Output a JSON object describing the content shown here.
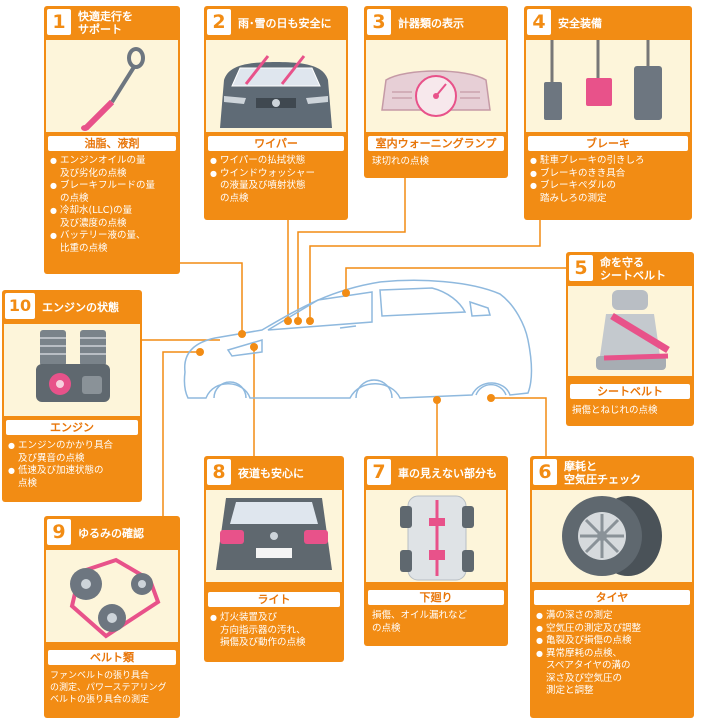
{
  "cards": {
    "c1": {
      "num": "1",
      "title": "快適走行を\nサポート",
      "label": "油脂、液剤",
      "items": [
        "エンジンオイルの量\n及び劣化の点検",
        "ブレーキフルードの量\nの点検",
        "冷却水(LLC)の量\n及び濃度の点検",
        "バッテリー液の量、\n比重の点検"
      ]
    },
    "c2": {
      "num": "2",
      "title": "雨･雪の日も安全に",
      "label": "ワイパー",
      "items": [
        "ワイパーの払拭状態",
        "ウインドウォッシャー\nの液量及び噴射状態\nの点検"
      ]
    },
    "c3": {
      "num": "3",
      "title": "計器類の表示",
      "label": "室内ウォーニングランプ",
      "text": "球切れの点検"
    },
    "c4": {
      "num": "4",
      "title": "安全装備",
      "label": "ブレーキ",
      "items": [
        "駐車ブレーキの引きしろ",
        "ブレーキのきき具合",
        "ブレーキペダルの\n踏みしろの測定"
      ]
    },
    "c5": {
      "num": "5",
      "title": "命を守る\nシートベルト",
      "label": "シートベルト",
      "text": "損傷とねじれの点検"
    },
    "c6": {
      "num": "6",
      "title": "摩耗と\n空気圧チェック",
      "label": "タイヤ",
      "items": [
        "溝の深さの測定",
        "空気圧の測定及び調整",
        "亀裂及び損傷の点検",
        "異常摩耗の点検、\nスペアタイヤの溝の\n深さ及び空気圧の\n測定と調整"
      ]
    },
    "c7": {
      "num": "7",
      "title": "車の見えない部分も",
      "label": "下廻り",
      "text": "損傷、オイル漏れなど\nの点検"
    },
    "c8": {
      "num": "8",
      "title": "夜道も安心に",
      "label": "ライト",
      "items": [
        "灯火装置及び\n方向指示器の汚れ、\n損傷及び動作の点検"
      ]
    },
    "c9": {
      "num": "9",
      "title": "ゆるみの確認",
      "label": "ベルト類",
      "text": "ファンベルトの張り具合\nの測定、パワーステアリング\nベルトの張り具合の測定"
    },
    "c10": {
      "num": "10",
      "title": "エンジンの状態",
      "label": "エンジン",
      "items": [
        "エンジンのかかり具合\n及び異音の点検",
        "低速及び加速状態の\n点検"
      ]
    }
  },
  "icons": {
    "c1": "oil-dipstick-icon",
    "c2": "car-front-wipers-icon",
    "c3": "dashboard-gauge-icon",
    "c4": "pedals-icon",
    "c5": "seatbelt-seat-icon",
    "c6": "tire-icon",
    "c7": "car-underbody-icon",
    "c8": "car-rear-lights-icon",
    "c9": "belt-pulleys-icon",
    "c10": "engine-icon"
  },
  "colors": {
    "accent": "#f28c14",
    "panel": "#fdf5da",
    "car_outline": "#8fb9de",
    "pink": "#e8528a"
  }
}
